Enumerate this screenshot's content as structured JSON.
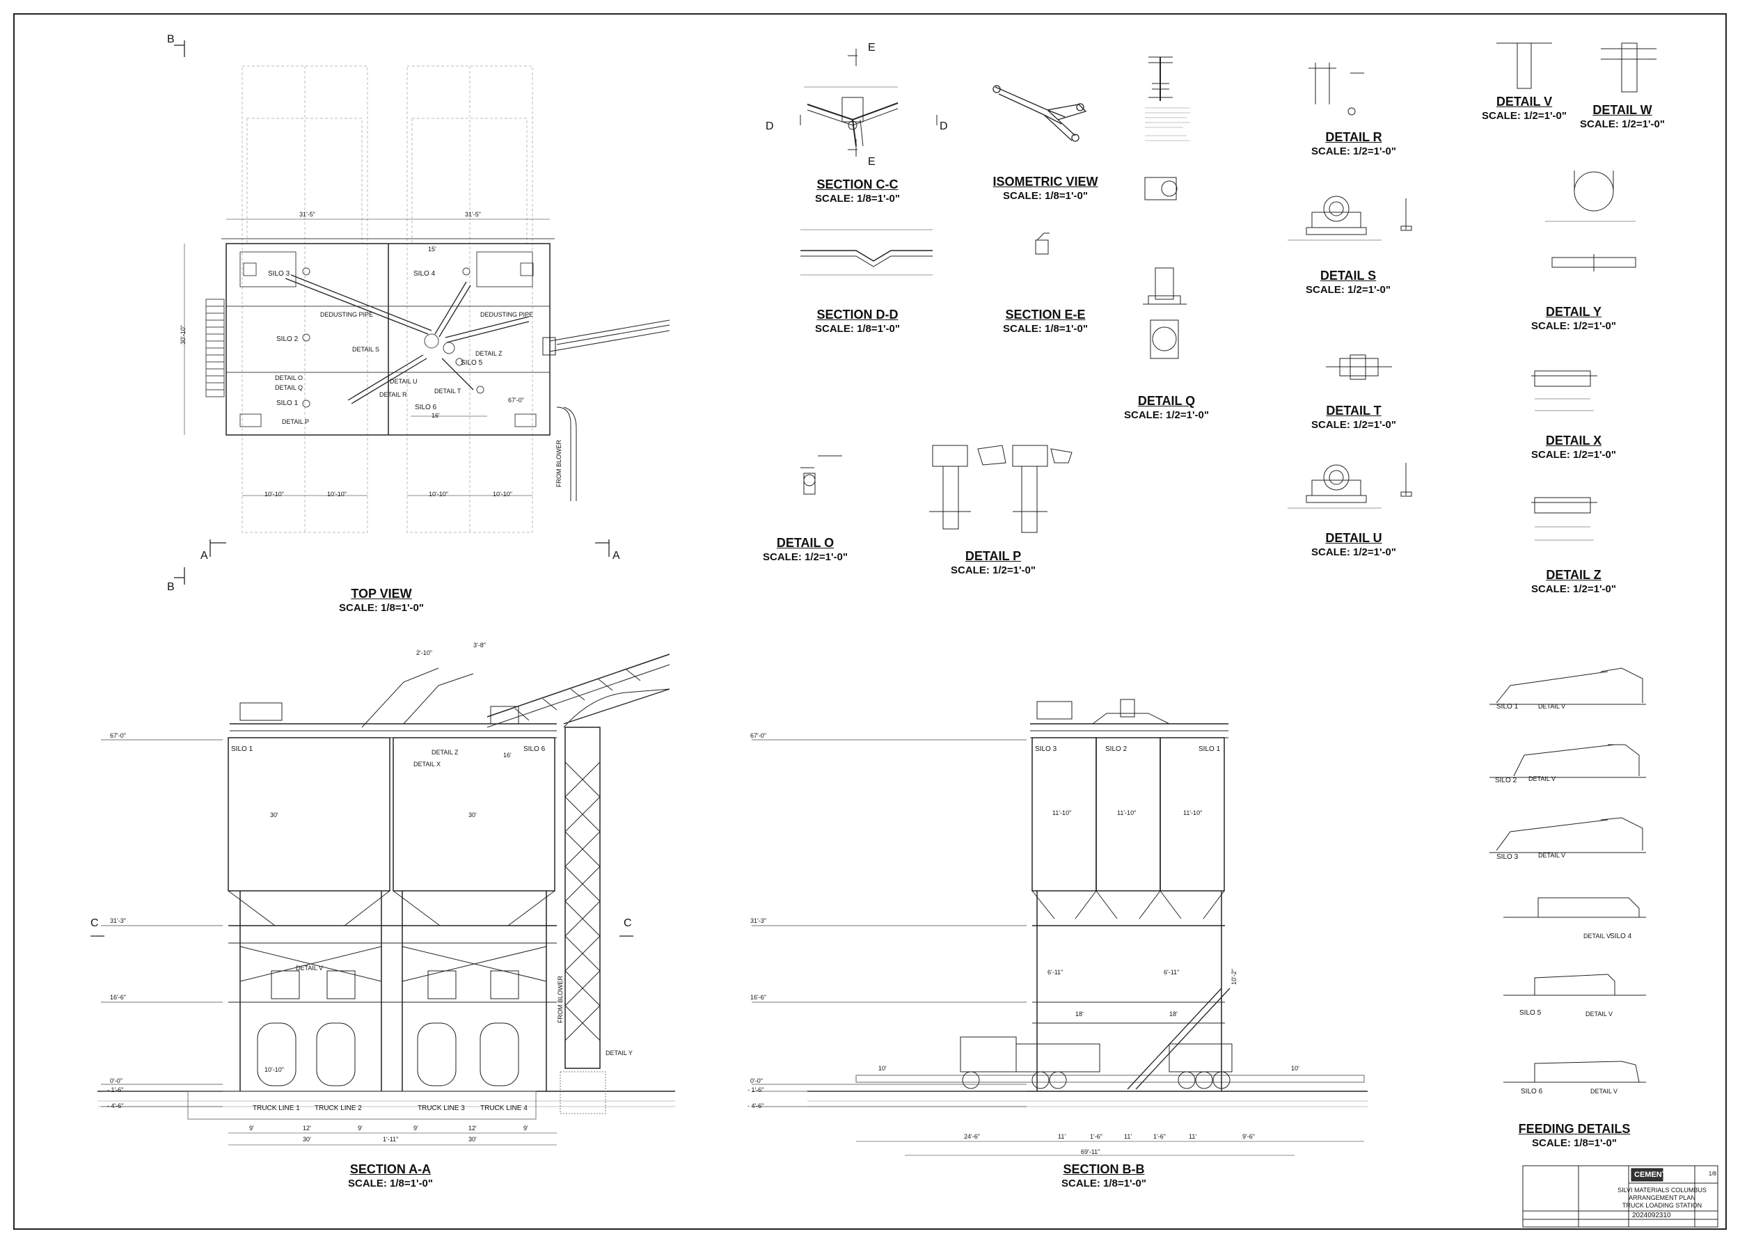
{
  "views": {
    "top_view": {
      "title": "TOP VIEW",
      "scale": "SCALE: 1/8=1'-0\""
    },
    "section_cc": {
      "title": "SECTION C-C",
      "scale": "SCALE: 1/8=1'-0\""
    },
    "isometric": {
      "title": "ISOMETRIC VIEW",
      "scale": "SCALE: 1/8=1'-0\""
    },
    "section_dd": {
      "title": "SECTION D-D",
      "scale": "SCALE: 1/8=1'-0\""
    },
    "section_ee": {
      "title": "SECTION E-E",
      "scale": "SCALE: 1/8=1'-0\""
    },
    "detail_q": {
      "title": "DETAIL Q",
      "scale": "SCALE: 1/2=1'-0\""
    },
    "detail_r": {
      "title": "DETAIL R",
      "scale": "SCALE: 1/2=1'-0\""
    },
    "detail_s": {
      "title": "DETAIL S",
      "scale": "SCALE: 1/2=1'-0\""
    },
    "detail_t": {
      "title": "DETAIL T",
      "scale": "SCALE: 1/2=1'-0\""
    },
    "detail_u": {
      "title": "DETAIL U",
      "scale": "SCALE: 1/2=1'-0\""
    },
    "detail_v": {
      "title": "DETAIL V",
      "scale": "SCALE: 1/2=1'-0\""
    },
    "detail_w": {
      "title": "DETAIL W",
      "scale": "SCALE: 1/2=1'-0\""
    },
    "detail_y": {
      "title": "DETAIL Y",
      "scale": "SCALE: 1/2=1'-0\""
    },
    "detail_x": {
      "title": "DETAIL X",
      "scale": "SCALE: 1/2=1'-0\""
    },
    "detail_z": {
      "title": "DETAIL Z",
      "scale": "SCALE: 1/2=1'-0\""
    },
    "detail_o": {
      "title": "DETAIL O",
      "scale": "SCALE: 1/2=1'-0\""
    },
    "detail_p": {
      "title": "DETAIL P",
      "scale": "SCALE: 1/2=1'-0\""
    },
    "section_aa": {
      "title": "SECTION A-A",
      "scale": "SCALE: 1/8=1'-0\""
    },
    "section_bb": {
      "title": "SECTION B-B",
      "scale": "SCALE: 1/8=1'-0\""
    },
    "feeding": {
      "title": "FEEDING DETAILS",
      "scale": "SCALE: 1/8=1'-0\""
    }
  },
  "section_marks": {
    "a": "A",
    "b": "B",
    "c": "C",
    "d": "D",
    "e": "E"
  },
  "top_view_labels": {
    "silo1": "SILO 1",
    "silo2": "SILO 2",
    "silo3": "SILO 3",
    "silo4": "SILO 4",
    "silo5": "SILO 5",
    "silo6": "SILO 6",
    "dedusting1": "DEDUSTING PIPE",
    "dedusting2": "DEDUSTING PIPE",
    "detail_o": "DETAIL O",
    "detail_q": "DETAIL Q",
    "detail_p": "DETAIL P",
    "detail_s": "DETAIL S",
    "detail_u": "DETAIL U",
    "detail_r": "DETAIL R",
    "detail_t": "DETAIL T",
    "detail_z": "DETAIL Z",
    "from_blower": "FROM BLOWER",
    "dim_31_5a": "31'-5\"",
    "dim_31_5b": "31'-5\"",
    "dim_15": "15'",
    "dim_16": "16'",
    "dim_30_10": "30'-10\"",
    "dim_67": "67'-0\"",
    "dim_1010a": "10'-10\"",
    "dim_1010b": "10'-10\"",
    "dim_1010c": "10'-10\"",
    "dim_1010d": "10'-10\""
  },
  "section_aa_labels": {
    "silo1": "SILO 1",
    "silo6": "SILO 6",
    "detail_z": "DETAIL Z",
    "detail_x": "DETAIL X",
    "detail_v": "DETAIL V",
    "detail_y": "DETAIL Y",
    "from_blower": "FROM BLOWER",
    "tl1": "TRUCK LINE 1",
    "tl2": "TRUCK LINE 2",
    "tl3": "TRUCK LINE 3",
    "tl4": "TRUCK LINE 4",
    "el67": "67'-0\"",
    "el31": "31'-3\"",
    "el16": "16'-6\"",
    "el0": "0'-0\"",
    "el1": "- 1'-6\"",
    "el4": "- 4'-6\"",
    "d30a": "30'",
    "d30b": "30'",
    "d30c": "30'",
    "d30d": "30'",
    "d16": "16'",
    "d9a": "9'",
    "d12a": "12'",
    "d9b": "9'",
    "d9c": "9'",
    "d12b": "12'",
    "d9d": "9'",
    "d111": "1'-11\"",
    "d1010": "10'-10\"",
    "d210": "2'-10\"",
    "d38": "3'-8\""
  },
  "section_bb_labels": {
    "silo3": "SILO 3",
    "silo2": "SILO 2",
    "silo1": "SILO 1",
    "el67": "67'-0\"",
    "el31": "31'-3\"",
    "el16": "16'-6\"",
    "el0": "0'-0\"",
    "el1": "- 1'-6\"",
    "el4": "- 4'-6\"",
    "d1110a": "11'-10\"",
    "d1110b": "11'-10\"",
    "d1110c": "11'-10\"",
    "d18a": "18'",
    "d18b": "18'",
    "d10a": "10'",
    "d10b": "10'",
    "d246": "24'-6\"",
    "d11a": "11'",
    "d16a": "1'-6\"",
    "d11b": "11'",
    "d16b": "1'-6\"",
    "d11c": "11'",
    "d96": "9'-6\"",
    "d6911": "69'-11\"",
    "d611a": "6'-11\"",
    "d611b": "6'-11\"",
    "d102": "10'-2\""
  },
  "feeding_labels": {
    "s1": "SILO 1",
    "s2": "SILO 2",
    "s3": "SILO 3",
    "s4": "SILO 4",
    "s5": "SILO 5",
    "s6": "SILO 6",
    "dv": "DETAIL V"
  },
  "title_block": {
    "company": "CEMENT",
    "line1": "SILVI MATERIALS COLUMBUS",
    "line2": "ARRANGEMENT PLAN",
    "line3": "TRUCK LOADING STATION",
    "drawing_no": "2024092310",
    "sheet": "1/8"
  }
}
